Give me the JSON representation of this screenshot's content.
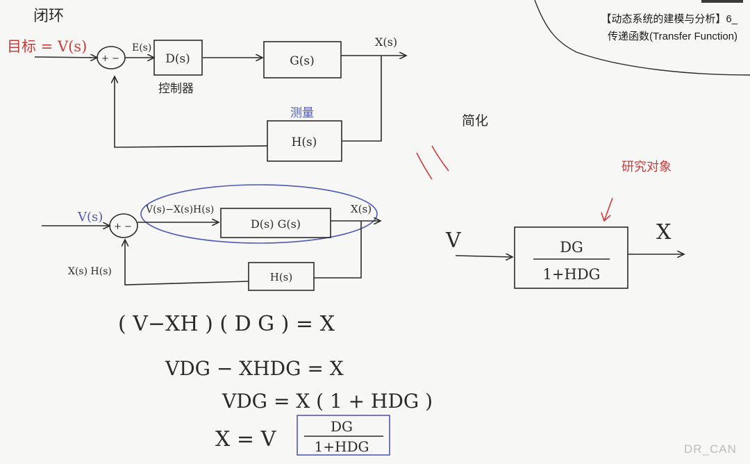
{
  "title": {
    "line1": "【动态系统的建模与分析】6_",
    "line2": "传递函数(Transfer Function)"
  },
  "watermark": "DR_CAN",
  "diagram1": {
    "heading": "闭环",
    "input_label": "目标 = V(s)",
    "sum_sign": "+ −",
    "error_label": "E(s)",
    "controller_block": "D(s)",
    "controller_caption": "控制器",
    "plant_block": "G(s)",
    "output_label": "X(s)",
    "measure_caption": "测量",
    "feedback_block": "H(s)"
  },
  "simplify_note": "简化",
  "equals_mark": "\\\\",
  "diagram2": {
    "input_label": "V(s)",
    "sum_sign": "+ −",
    "signal_label": "V(s)−X(s)H(s)",
    "forward_block": "D(s) G(s)",
    "output_label": "X(s)",
    "feedback_label": "X(s) H(s)",
    "feedback_block": "H(s)"
  },
  "diagram3": {
    "research_caption": "研究对象",
    "input_label": "V",
    "block_num": "DG",
    "block_den": "1+HDG",
    "output_label": "X"
  },
  "equations": [
    "( V−XH ) ( D G ) = X",
    "VDG  −  XHDG = X",
    "VDG  =  X ( 1 + HDG )",
    "X  =  V"
  ],
  "result_fraction": {
    "num": "DG",
    "den": "1+HDG"
  },
  "colors": {
    "ink": "#2a2a2a",
    "red": "#cc3b3b",
    "blue": "#4e58b8",
    "paper": "#f7f7f5"
  }
}
